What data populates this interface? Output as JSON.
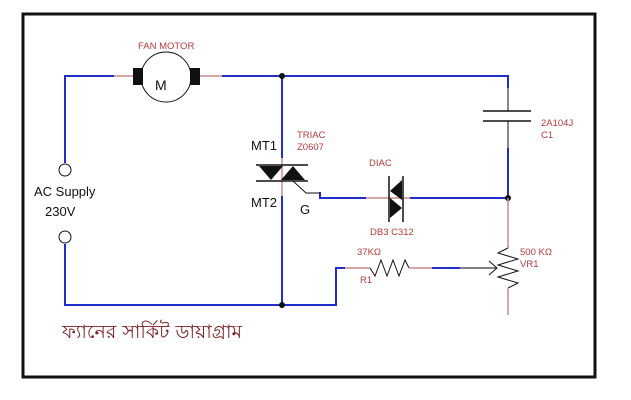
{
  "diagram": {
    "caption": "ফ্যানের সার্কিট ডায়াগ্রাম",
    "colors": {
      "wire": "#1f2fc8",
      "lead": "#c88a8a",
      "label_red": "#b5393e",
      "component": "#111111",
      "frame": "#111111"
    },
    "components": {
      "fan_motor": {
        "label": "FAN MOTOR",
        "symbol": "M"
      },
      "ac_supply": {
        "label": "AC Supply",
        "voltage": "230V"
      },
      "triac": {
        "type": "TRIAC",
        "part": "Z0607",
        "mt1": "MT1",
        "mt2": "MT2",
        "gate": "G"
      },
      "diac": {
        "type": "DIAC",
        "part": "DB3 C312"
      },
      "capacitor": {
        "value": "2A104J",
        "ref": "C1"
      },
      "resistor": {
        "value": "37KΩ",
        "ref": "R1"
      },
      "potentiometer": {
        "value": "500 KΩ",
        "ref": "VR1"
      }
    }
  }
}
